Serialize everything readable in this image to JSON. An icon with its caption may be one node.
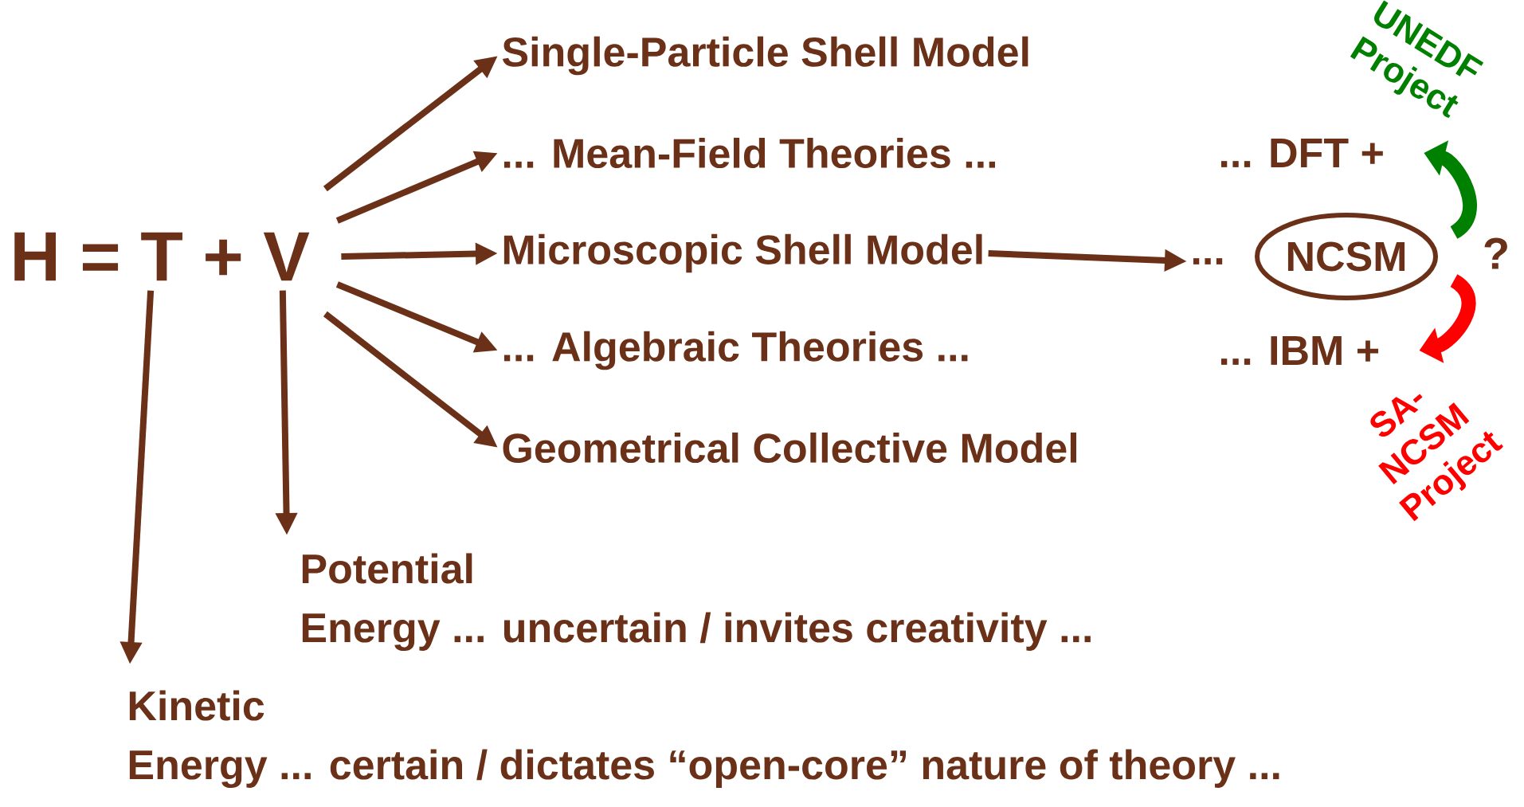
{
  "diagram": {
    "nodes": [
      {
        "text": [
          "H = T + V"
        ]
      },
      {
        "text": [
          "Single-Particle Shell Model"
        ]
      },
      {
        "text": [
          "... Mean-Field Theories ..."
        ]
      },
      {
        "text": [
          "Microscopic Shell Model"
        ]
      },
      {
        "text": [
          "... Algebraic Theories ..."
        ]
      },
      {
        "text": [
          "Geometrical Collective Model"
        ]
      },
      {
        "text": [
          "... DFT +"
        ]
      },
      {
        "text": [
          "..."
        ]
      },
      {
        "text": [
          "NCSM"
        ]
      },
      {
        "text": [
          "... IBM +"
        ]
      },
      {
        "text": [
          "Potential",
          "Energy ... uncertain / invites creativity ..."
        ]
      },
      {
        "text": [
          "Kinetic",
          "Energy ... certain / dictates “open-core” nature of theory ..."
        ]
      }
    ],
    "edges": [
      {
        "from": 0,
        "to": 1,
        "arrow": "to"
      },
      {
        "from": 0,
        "to": 2,
        "arrow": "to"
      },
      {
        "from": 0,
        "to": 3,
        "arrow": "to"
      },
      {
        "from": 0,
        "to": 4,
        "arrow": "to"
      },
      {
        "from": 0,
        "to": 5,
        "arrow": "to"
      },
      {
        "from": 0,
        "to": 10,
        "arrow": "to"
      },
      {
        "from": 0,
        "to": 11,
        "arrow": "to"
      },
      {
        "from": 3,
        "to": 7,
        "arrow": "to"
      },
      {
        "from": 8,
        "to": 6,
        "arrow": "to",
        "style": "thick",
        "color": "#008000"
      },
      {
        "from": 8,
        "to": 9,
        "arrow": "to",
        "style": "thick",
        "color": "#ff0000"
      }
    ],
    "labels": [
      "UNEDF Project",
      "?",
      "SA-NCSM Project"
    ]
  }
}
